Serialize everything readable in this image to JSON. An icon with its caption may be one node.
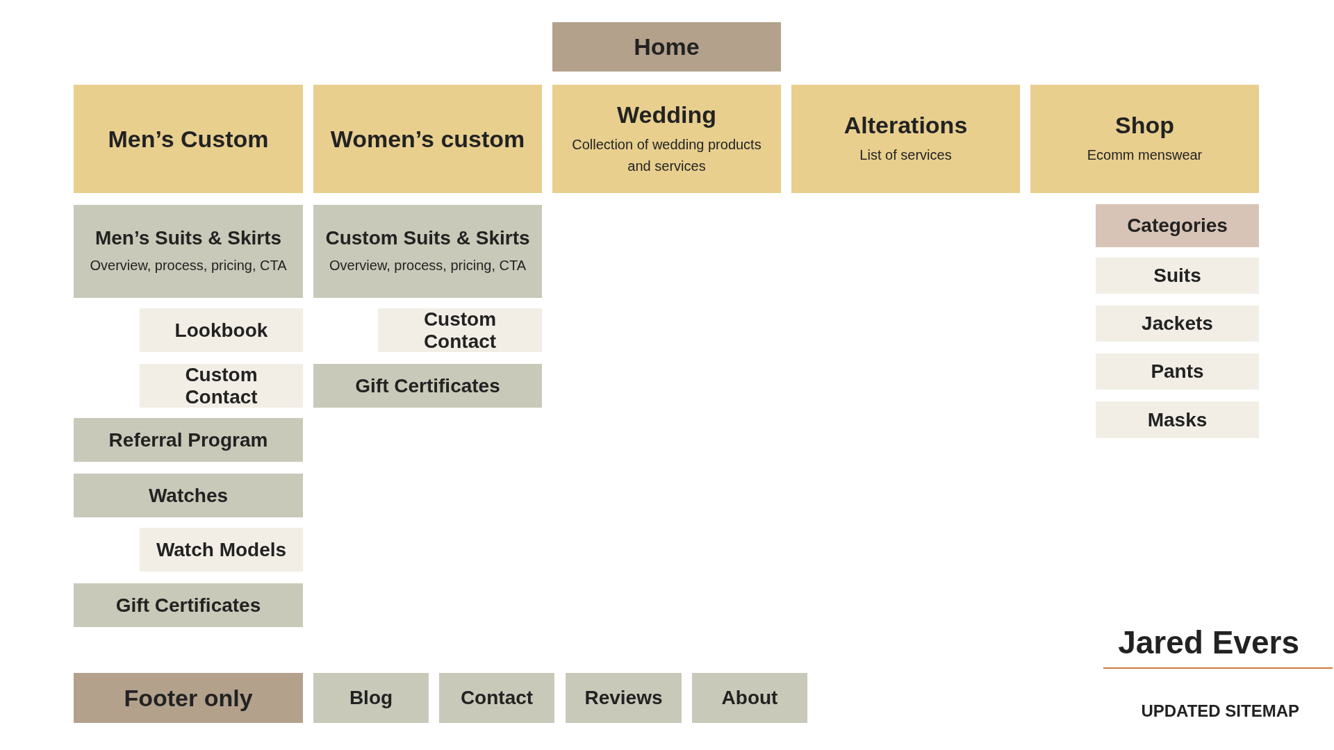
{
  "diagram": {
    "nodes": [
      {
        "text": [
          "Home"
        ]
      },
      {
        "text": [
          "Men’s Custom"
        ]
      },
      {
        "text": [
          "Women’s custom"
        ]
      },
      {
        "text": [
          "Wedding",
          "Collection of wedding products and services"
        ]
      },
      {
        "text": [
          "Alterations",
          "List of services"
        ]
      },
      {
        "text": [
          "Shop",
          "Ecomm menswear"
        ]
      },
      {
        "text": [
          "Men’s Suits & Skirts",
          "Overview, process, pricing, CTA"
        ]
      },
      {
        "text": [
          "Custom Suits & Skirts",
          "Overview, process, pricing, CTA"
        ]
      },
      {
        "text": [
          "Categories"
        ]
      },
      {
        "text": [
          "Suits"
        ]
      },
      {
        "text": [
          "Lookbook"
        ]
      },
      {
        "text": [
          "Custom Contact"
        ]
      },
      {
        "text": [
          "Jackets"
        ]
      },
      {
        "text": [
          "Pants"
        ]
      },
      {
        "text": [
          "Custom Contact"
        ]
      },
      {
        "text": [
          "Gift Certificates"
        ]
      },
      {
        "text": [
          "Masks"
        ]
      },
      {
        "text": [
          "Referral Program"
        ]
      },
      {
        "text": [
          "Watches"
        ]
      },
      {
        "text": [
          "Watch Models"
        ]
      },
      {
        "text": [
          "Gift Certificates"
        ]
      },
      {
        "text": [
          "Footer only"
        ]
      },
      {
        "text": [
          "Blog"
        ]
      },
      {
        "text": [
          "Contact"
        ]
      },
      {
        "text": [
          "Reviews"
        ]
      },
      {
        "text": [
          "About"
        ]
      }
    ],
    "edges": [],
    "labels": [
      "Jared Evers",
      "UPDATED SITEMAP"
    ]
  }
}
